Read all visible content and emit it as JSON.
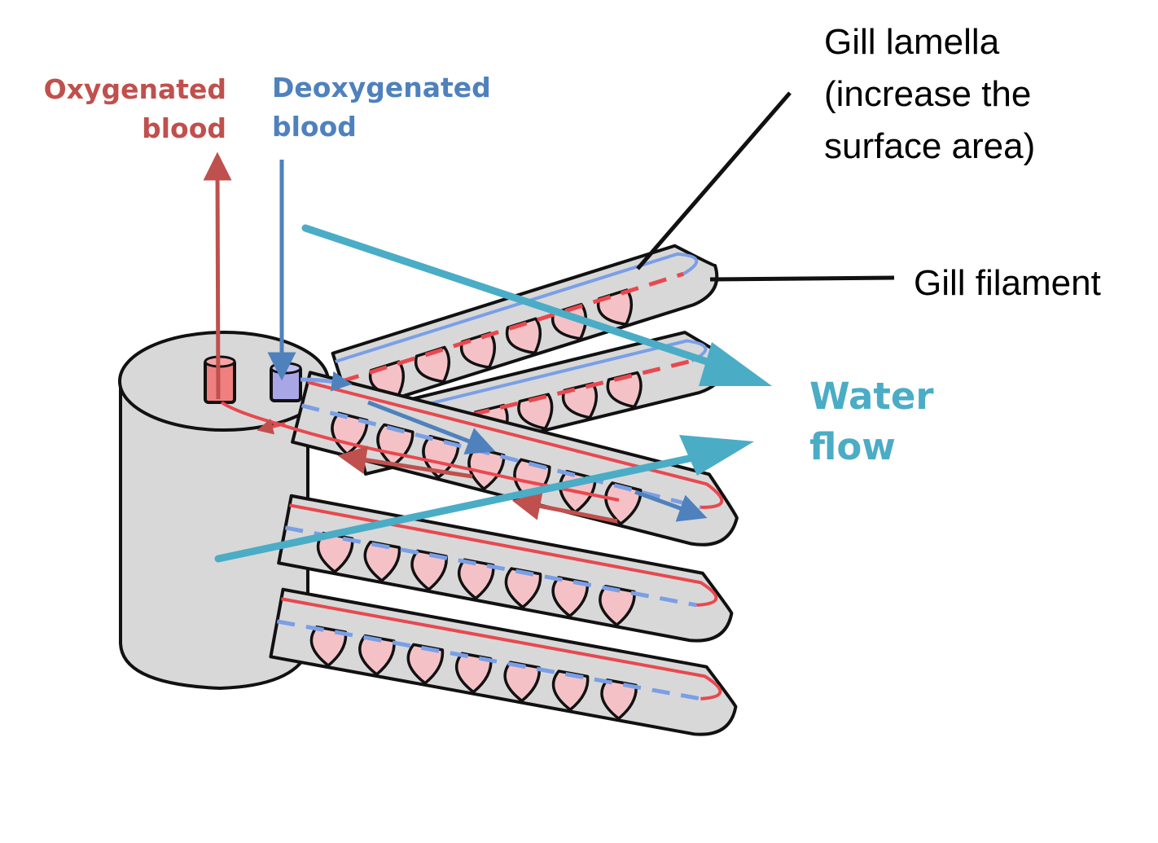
{
  "labels": {
    "oxygenated": {
      "line1": "Oxygenated",
      "line2": "blood"
    },
    "deoxygenated": {
      "line1": "Deoxygenated",
      "line2": "blood"
    },
    "gill_lamella": {
      "line1": "Gill lamella",
      "line2": "(increase the",
      "line3": "surface area)"
    },
    "gill_filament": "Gill filament",
    "water_flow": {
      "line1": "Water",
      "line2": "flow"
    }
  },
  "colors": {
    "oxygenated": "#c0504d",
    "deoxygenated": "#4f81bd",
    "water": "#4bacc6",
    "tissue": "#d8d8d8",
    "lamella": "#f4c2c6",
    "vessel_red": "#e8484f",
    "vessel_blue": "#7a9fe6",
    "outline": "#111111"
  }
}
